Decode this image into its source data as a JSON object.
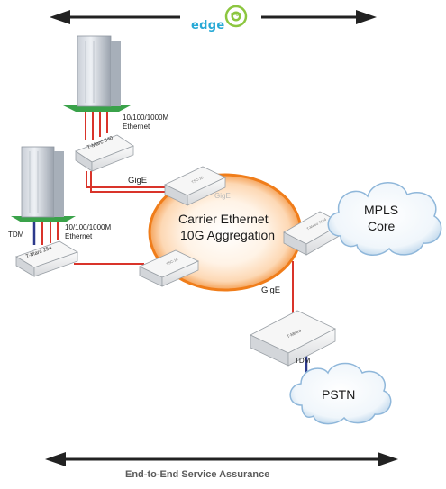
{
  "logo": {
    "word": "edge",
    "badge": "edge"
  },
  "servers": [
    {
      "switch_label": "10/100/1000M",
      "switch_label2": "Ethernet",
      "device": "T-Marc 340"
    },
    {
      "switch_label": "10/100/1000M",
      "switch_label2": "Ethernet",
      "device": "T-Marc 254",
      "port_label": "TDM"
    }
  ],
  "aggregation": {
    "line1": "Carrier Ethernet",
    "line2": "10G Aggregation",
    "link_label": "GigE",
    "ring_label": "GigE"
  },
  "devices": {
    "agg_top": "TSC-10",
    "agg_left": "TSC-10",
    "agg_right": "T-Metro 7124",
    "metro": "T-Metro"
  },
  "clouds": {
    "mpls_line1": "MPLS",
    "mpls_line2": "Core",
    "pstn": "PSTN"
  },
  "links": {
    "lower_gige": "GigE",
    "tdm": "TDM"
  },
  "footer": {
    "title": "End-to-End Service Assurance"
  },
  "colors": {
    "ring": "#f07d1a",
    "copper": "#d9342a",
    "tdm_blue": "#2d3a8c",
    "arrow": "#222222",
    "logo_blue": "#26a9d6",
    "logo_green": "#8cc63f"
  }
}
